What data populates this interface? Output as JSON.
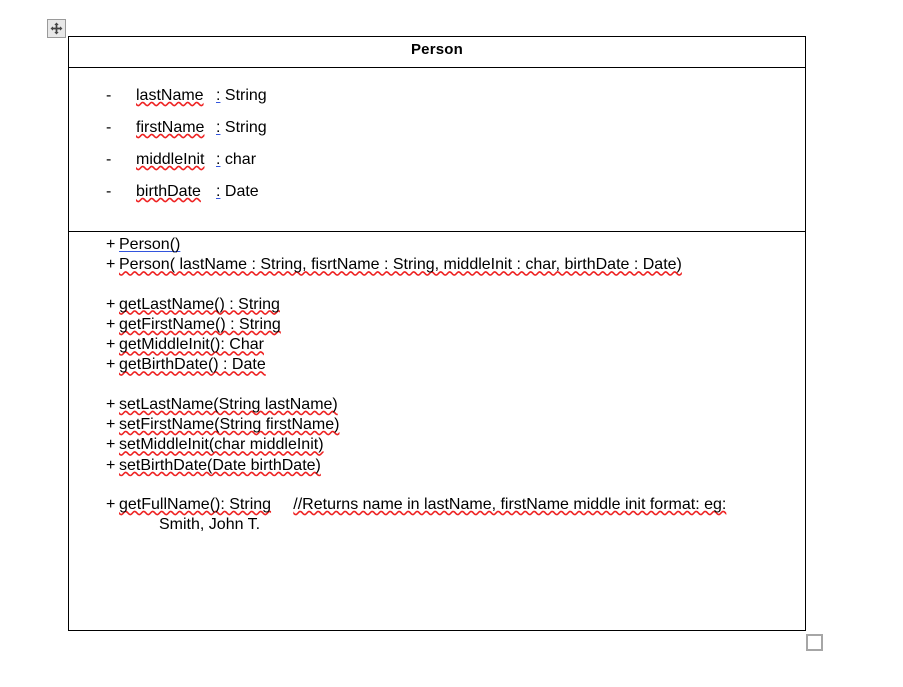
{
  "canvas": {
    "move_handle_icon": "move-four-arrows-icon",
    "resize_handle_icon": "resize-square-handle-icon"
  },
  "diagram": {
    "type": "uml-class-diagram",
    "class_name": "Person",
    "attributes": [
      {
        "visibility": "-",
        "name": "lastName",
        "separator": ":",
        "type": "String"
      },
      {
        "visibility": "-",
        "name": "firstName",
        "separator": ":",
        "type": "String"
      },
      {
        "visibility": "-",
        "name": "middleInit",
        "separator": ":",
        "type": "char"
      },
      {
        "visibility": "-",
        "name": "birthDate",
        "separator": ":",
        "type": "Date"
      }
    ],
    "operations": [
      {
        "visibility": "+",
        "text": "Person()"
      },
      {
        "visibility": "+",
        "text": "Person( lastName : String, fisrtName : String, middleInit : char, birthDate :   Date)"
      },
      {
        "visibility": "+",
        "text": "getLastName() : String"
      },
      {
        "visibility": "+",
        "text": "getFirstName() : String"
      },
      {
        "visibility": "+",
        "text": "getMiddleInit(): Char"
      },
      {
        "visibility": "+",
        "text": "getBirthDate() : Date"
      },
      {
        "visibility": "+",
        "text": "setLastName(String lastName)"
      },
      {
        "visibility": "+",
        "text": "setFirstName(String firstName)"
      },
      {
        "visibility": "+",
        "text": "setMiddleInit(char middleInit)"
      },
      {
        "visibility": "+",
        "text": "setBirthDate(Date birthDate)"
      },
      {
        "visibility": "+",
        "text": "getFullName(): String"
      }
    ],
    "comment": {
      "line1": "//Returns name in lastName, firstName middle init format:  eg:",
      "line2": "Smith, John T."
    }
  },
  "colors": {
    "spelling_underline": "#ee2222",
    "grammar_underline": "#3355dd",
    "border": "#000000",
    "background": "#ffffff"
  }
}
